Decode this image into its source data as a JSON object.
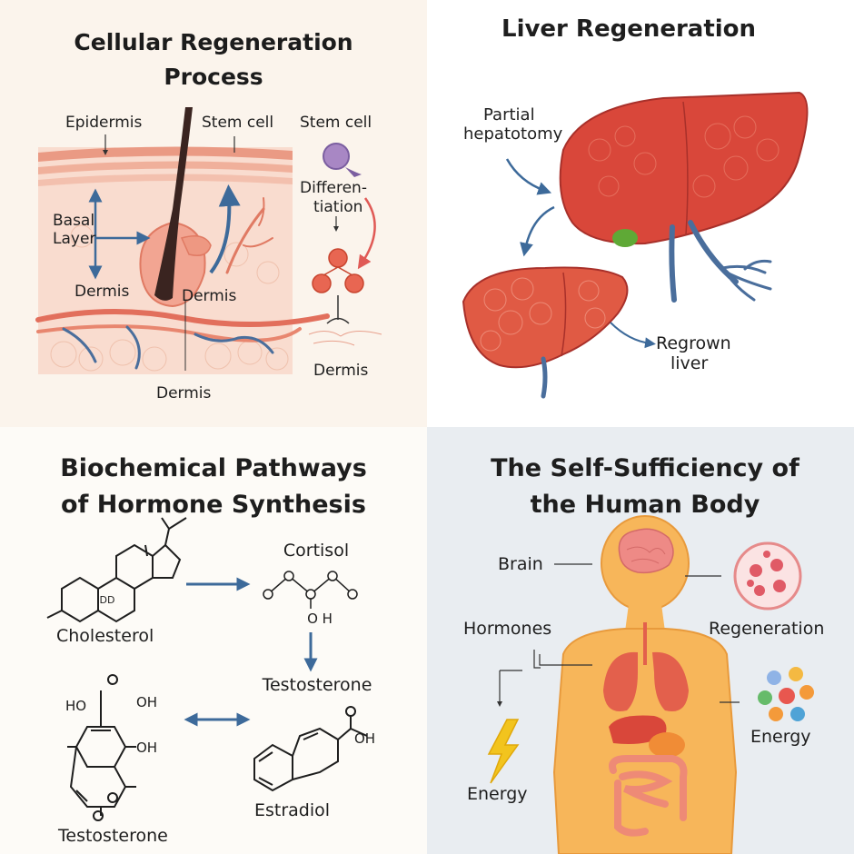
{
  "panels": {
    "cellular": {
      "title_line1": "Cellular Regeneration",
      "title_line2": "Process",
      "labels": {
        "epidermis": "Epidermis",
        "stem_cell_1": "Stem cell",
        "stem_cell_2": "Stem cell",
        "differentiation_1": "Differen-",
        "differentiation_2": "tiation",
        "basal_1": "Basal",
        "basal_2": "Layer",
        "dermis_1": "Dermis",
        "dermis_2": "Dermis",
        "dermis_3": "Dermis",
        "dermis_4": "Dermis"
      }
    },
    "liver": {
      "title": "Liver Regeneration",
      "labels": {
        "partial_1": "Partial",
        "partial_2": "hepatotomy",
        "regrown_1": "Regrown",
        "regrown_2": "liver"
      }
    },
    "hormone": {
      "title_line1": "Biochemical Pathways",
      "title_line2": "of Hormone Synthesis",
      "labels": {
        "cortisol": "Cortisol",
        "oh_cortisol": "O H",
        "cholesterol": "Cholesterol",
        "testosterone_1": "Testosterone",
        "testosterone_2": "Testosterone",
        "estradiol": "Estradiol",
        "ho": "HO",
        "oh_left": "OH",
        "oh_right": "OH",
        "dd": "DD"
      }
    },
    "body": {
      "title_line1": "The Self-Sufficiency of",
      "title_line2": "the Human Body",
      "labels": {
        "brain": "Brain",
        "hormones": "Hormones",
        "regeneration": "Regeneration",
        "energy_right": "Energy",
        "energy_left": "Energy"
      }
    }
  },
  "colors": {
    "skin_pink": "#f4c4b4",
    "skin_red": "#e8866f",
    "vessel_blue": "#4a6e9c",
    "liver_red": "#d9473a",
    "arrow_blue": "#3d6a9a",
    "body_orange": "#f7b65a",
    "organ_red": "#e3604c",
    "differentiation_arrow": "#e05a56"
  }
}
